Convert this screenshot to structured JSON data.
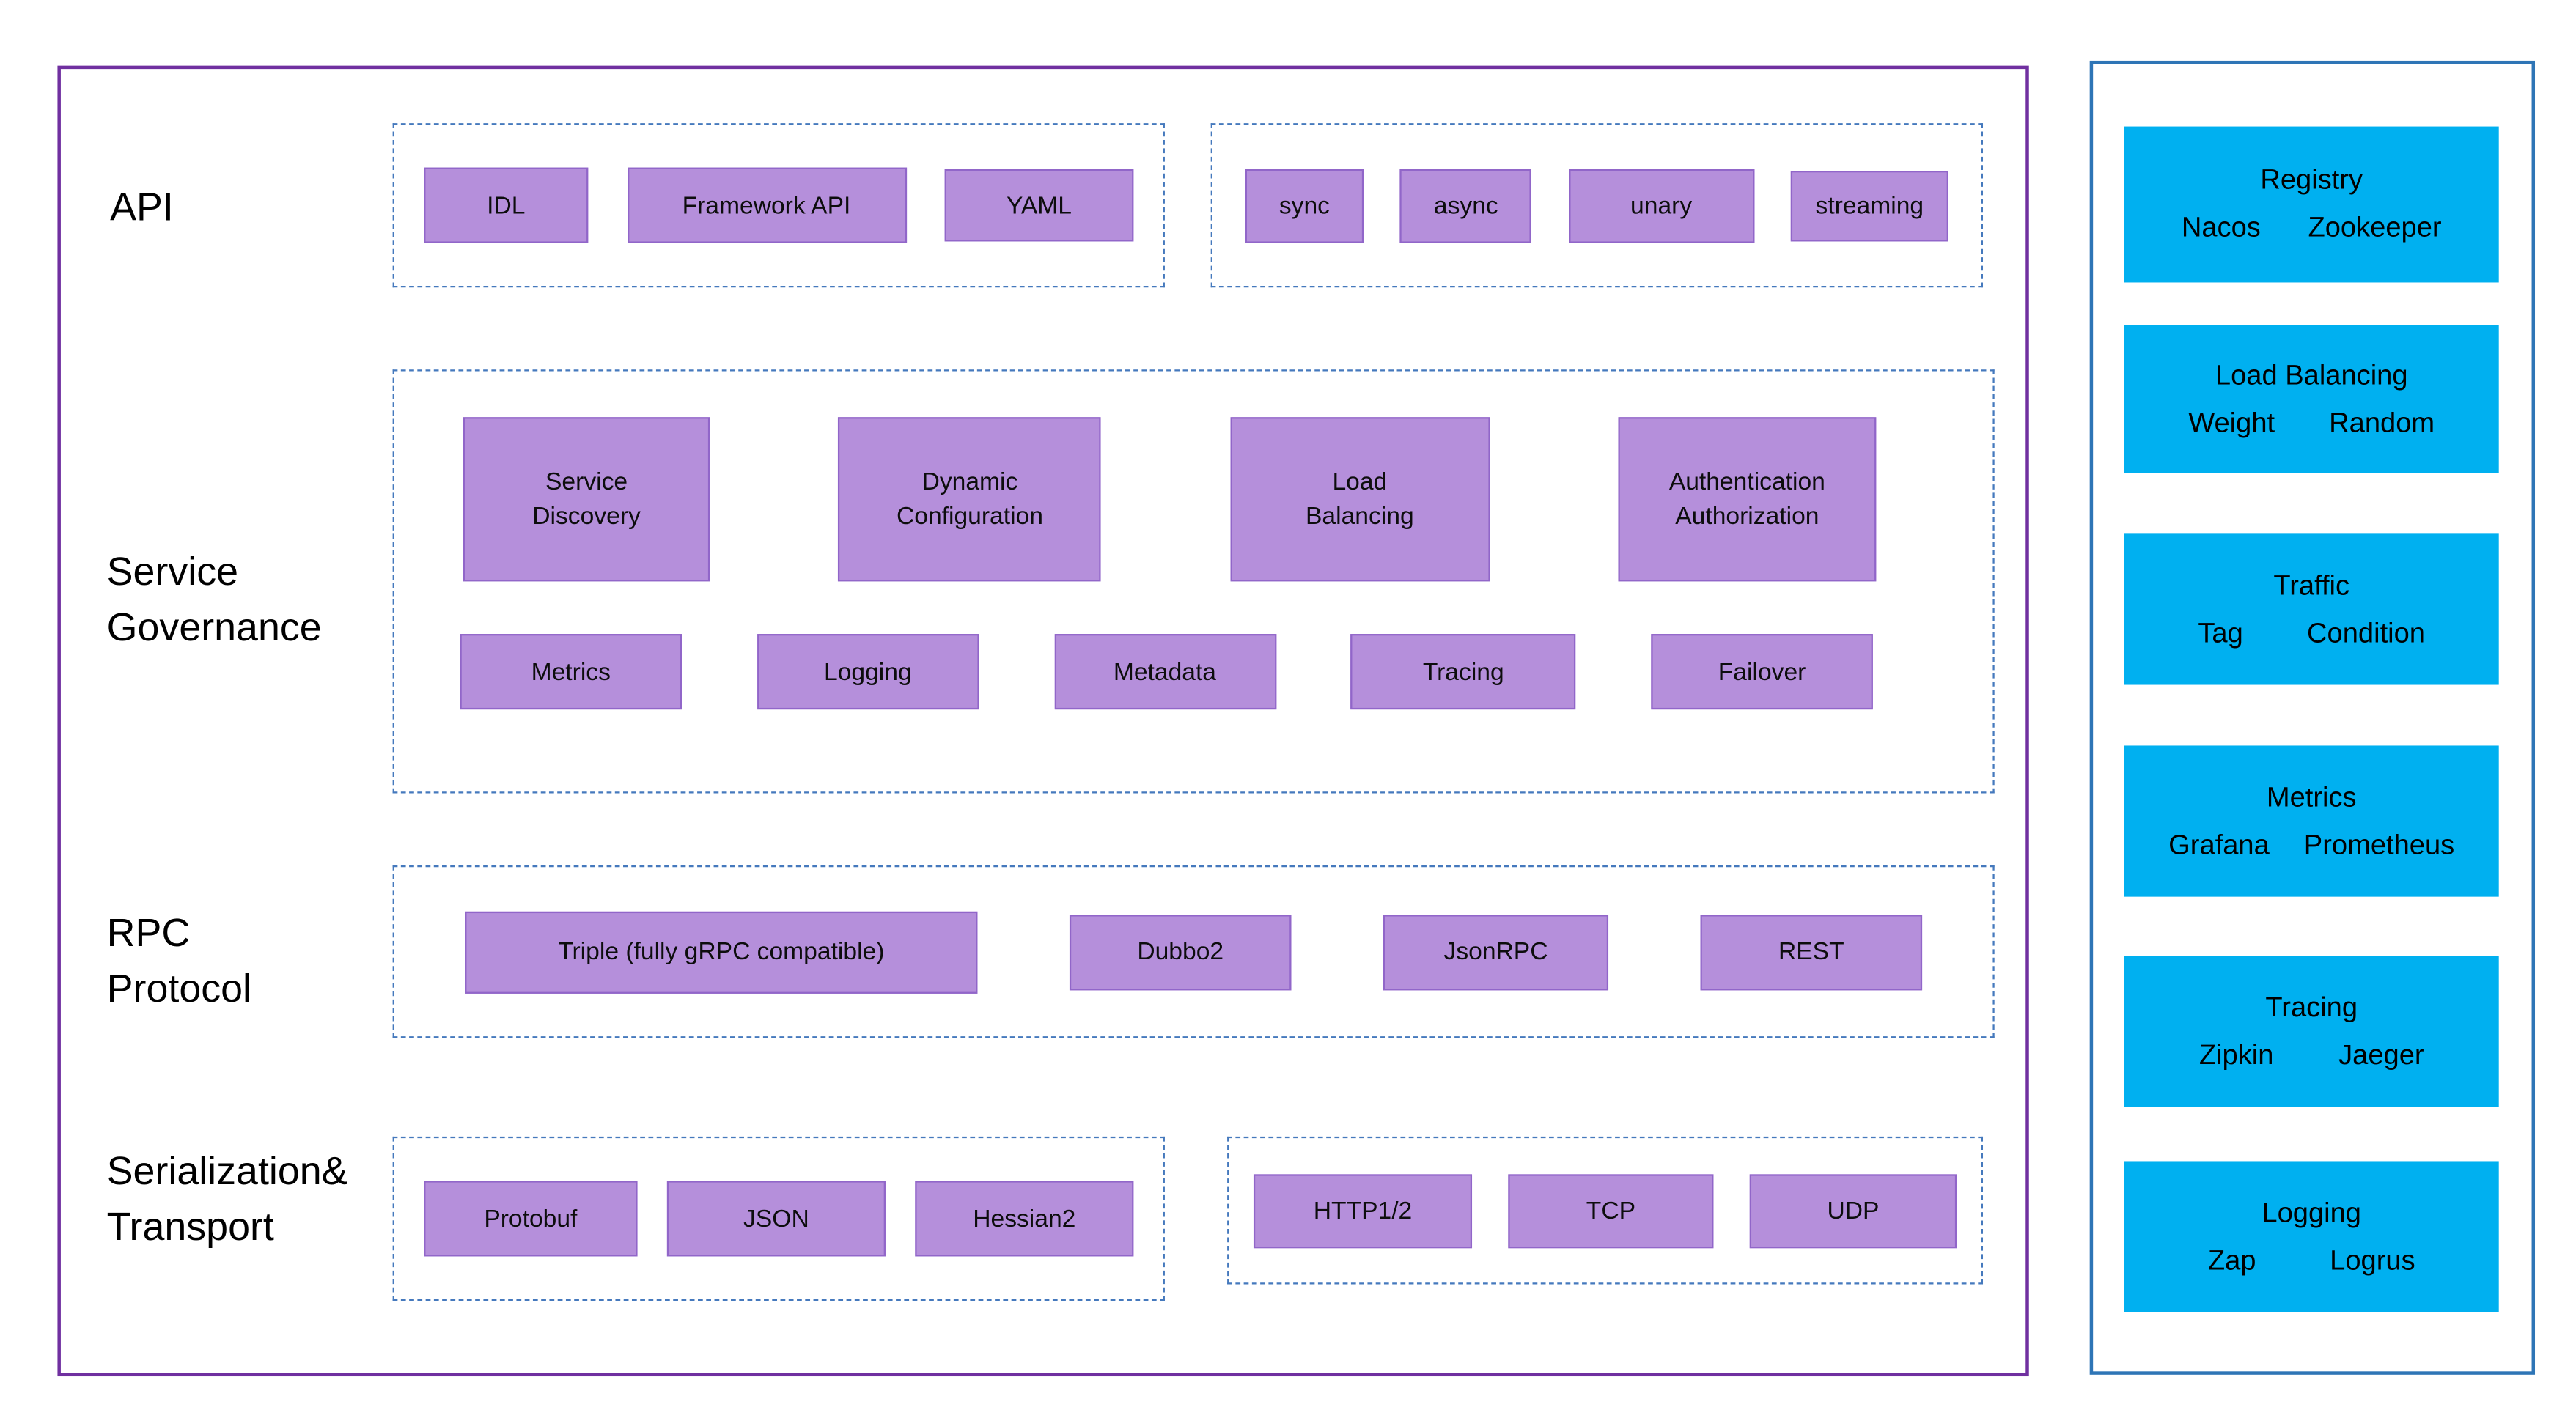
{
  "left": {
    "api": {
      "label": "API",
      "items1": [
        "IDL",
        "Framework API",
        "YAML"
      ],
      "items2": [
        "sync",
        "async",
        "unary",
        "streaming"
      ]
    },
    "governance": {
      "label": [
        "Service",
        "Governance"
      ],
      "features": [
        {
          "line1": "Service",
          "line2": "Discovery"
        },
        {
          "line1": "Dynamic",
          "line2": "Configuration"
        },
        {
          "line1": "Load",
          "line2": "Balancing"
        },
        {
          "line1": "Authentication",
          "line2": "Authorization"
        }
      ],
      "subfeatures": [
        "Metrics",
        "Logging",
        "Metadata",
        "Tracing",
        "Failover"
      ]
    },
    "rpc": {
      "label": [
        "RPC",
        "Protocol"
      ],
      "items": [
        "Triple (fully gRPC compatible)",
        "Dubbo2",
        "JsonRPC",
        "REST"
      ]
    },
    "serialization": {
      "label": [
        "Serialization&",
        "Transport"
      ],
      "items1": [
        "Protobuf",
        "JSON",
        "Hessian2"
      ],
      "items2": [
        "HTTP1/2",
        "TCP",
        "UDP"
      ]
    }
  },
  "right": {
    "cards": [
      {
        "title": "Registry",
        "items": [
          "Nacos",
          "Zookeeper"
        ]
      },
      {
        "title": "Load Balancing",
        "items": [
          "Weight",
          "Random"
        ]
      },
      {
        "title": "Traffic",
        "items": [
          "Tag",
          "Condition"
        ]
      },
      {
        "title": "Metrics",
        "items": [
          "Grafana",
          "Prometheus"
        ]
      },
      {
        "title": "Tracing",
        "items": [
          "Zipkin",
          "Jaeger"
        ]
      },
      {
        "title": "Logging",
        "items": [
          "Zap",
          "Logrus"
        ]
      }
    ]
  },
  "colors": {
    "purple_node_fill": "#b58fdb",
    "purple_node_border": "#9166c9",
    "dashed_group_border": "#4579bd",
    "left_panel_border": "#7030a0",
    "right_panel_border": "#2e75b6",
    "extension_card_fill": "#00b0f0"
  }
}
